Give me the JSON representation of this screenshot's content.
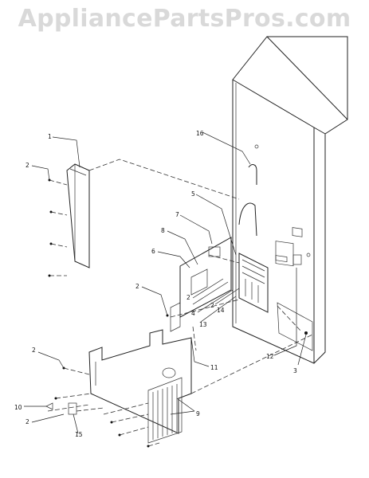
{
  "watermark": "AppliancePartsPros.com",
  "callouts": [
    "1",
    "2",
    "2",
    "2",
    "2",
    "2",
    "2",
    "3",
    "4",
    "5",
    "6",
    "7",
    "8",
    "9",
    "10",
    "11",
    "12",
    "13",
    "14",
    "15",
    "16"
  ],
  "colors": {
    "line": "#222222",
    "watermark": "#d9d9d9",
    "background": "#ffffff"
  }
}
